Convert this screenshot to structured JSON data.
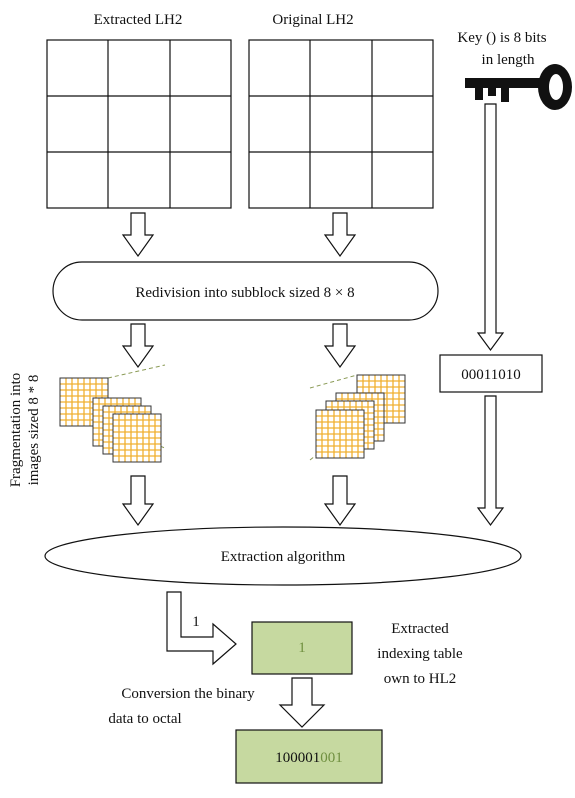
{
  "labels": {
    "extracted_lh2": "Extracted LH2",
    "original_lh2": "Original LH2",
    "key_line1": "Key () is 8 bits",
    "key_line2": "in length",
    "redivision": "Redivision into subblock sized 8 × 8",
    "key_bits": "00011010",
    "fragmentation_line1": "Fragmentation into",
    "fragmentation_line2": "images sized 8 * 8",
    "extraction": "Extraction algorithm",
    "arrow_one": "1",
    "extracted_bit": "1",
    "indexing_line1": "Extracted",
    "indexing_line2": "indexing table",
    "indexing_line3": "own to HL2",
    "conversion_line1": "Conversion the binary",
    "conversion_line2": "data to octal",
    "result_black": "100001",
    "result_green": "001"
  },
  "colors": {
    "green_box": "#c6d9a0",
    "green_text": "#6f8f3f",
    "tile_grid": "#f0b030",
    "dashed": "#8a9a55"
  }
}
